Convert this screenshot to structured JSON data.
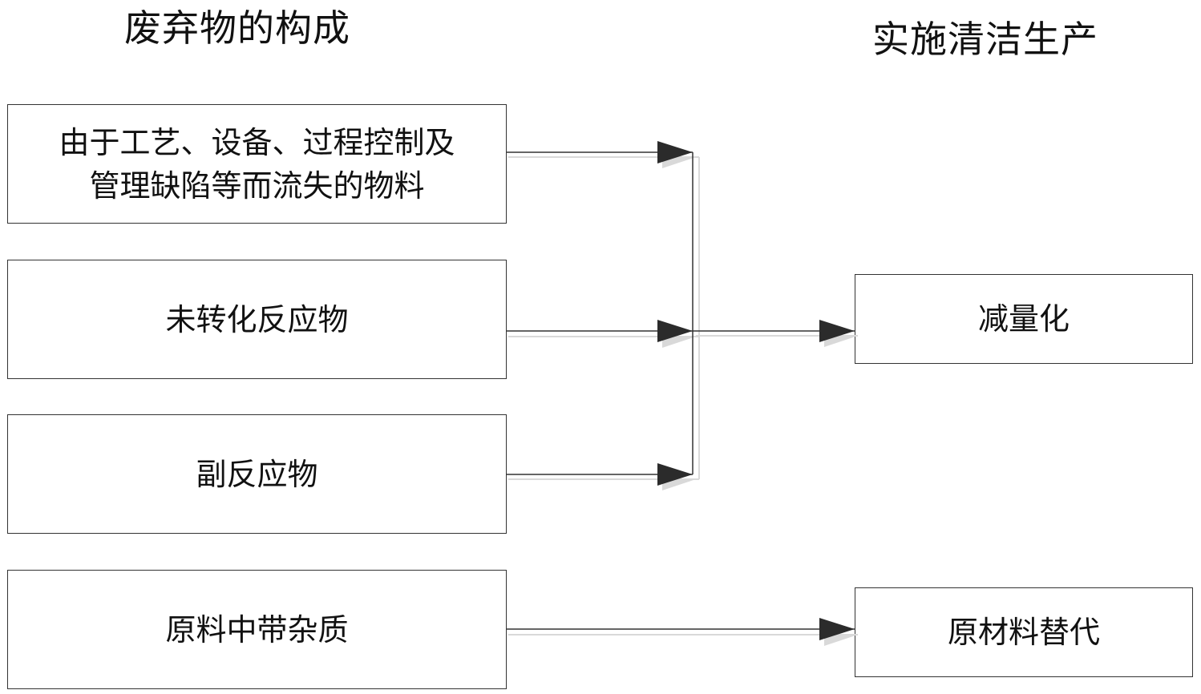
{
  "headings": {
    "left": "废弃物的构成",
    "right": "实施清洁生产"
  },
  "sources": [
    {
      "label": "由于工艺、设备、过程控制及\n管理缺陷等而流失的物料"
    },
    {
      "label": "未转化反应物"
    },
    {
      "label": "副反应物"
    },
    {
      "label": "原料中带杂质"
    }
  ],
  "targets": [
    {
      "label": "减量化"
    },
    {
      "label": "原材料替代"
    }
  ],
  "colors": {
    "line": "#333333",
    "arrow": "#2b2b2b",
    "shadow": "#d9d9d9"
  }
}
